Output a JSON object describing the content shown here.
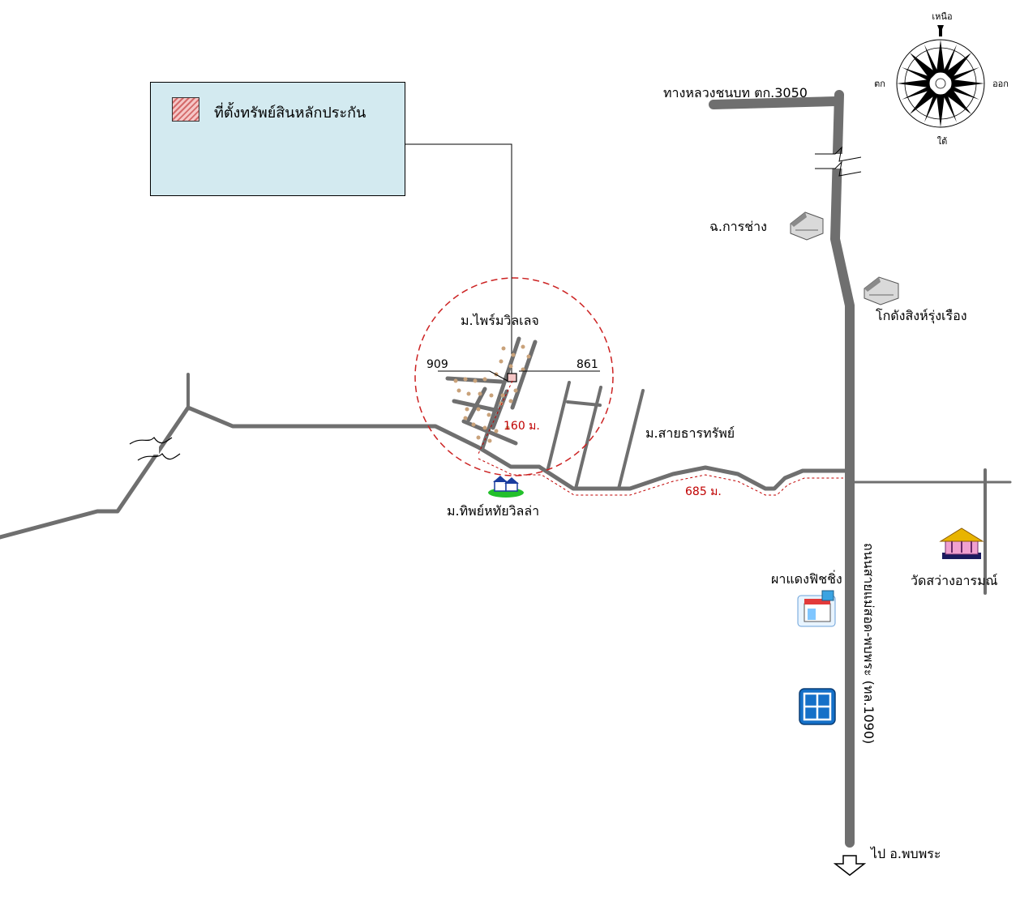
{
  "legend": {
    "label": "ที่ตั้งทรัพย์สินหลักประกัน"
  },
  "roads": {
    "highway_top": "ทางหลวงชนบท ตก.3050",
    "main_highway": "ถนนสายแม่สอด-พบพระ (ทล.1090)",
    "soi": "ม.สายธารทรัพย์"
  },
  "places": {
    "village_main": "ม.ไพร์มวิลเลจ",
    "village_bottom": "ม.ทิพย์หทัยวิลล่า",
    "shop_1": "ฉ.การช่าง",
    "warehouse": "โกดังสิงห์รุ่งเรือง",
    "shop_2": "ผาแดงฟิชชิ่ง",
    "temple": "วัดสว่างอารมณ์"
  },
  "parcels": {
    "left": "909",
    "right": "861"
  },
  "distances": {
    "short": "160 ม.",
    "long": "685 ม."
  },
  "compass": {
    "north": "เหนือ",
    "south": "ใต้",
    "east": "ออก",
    "west": "ตก"
  },
  "direction": {
    "to": "ไป อ.พบพระ"
  },
  "colors": {
    "road": "#6f6f6f",
    "distance": "#c00000",
    "legend_bg": "#d3eaf0"
  }
}
